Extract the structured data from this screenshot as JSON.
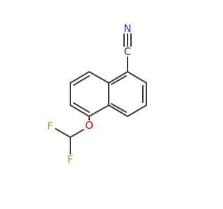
{
  "molecule": {
    "atoms": {
      "nitrogen": {
        "symbol": "N",
        "color": "#2a2ad8"
      },
      "carbon": {
        "symbol": "C",
        "color": "#3b3b3b"
      },
      "oxygen": {
        "symbol": "O",
        "color": "#e60000"
      },
      "fluorine_top": {
        "symbol": "F",
        "color": "#8ab833"
      },
      "fluorine_bottom": {
        "symbol": "F",
        "color": "#8ab833"
      }
    },
    "bond_color": "#3b3b3b"
  }
}
